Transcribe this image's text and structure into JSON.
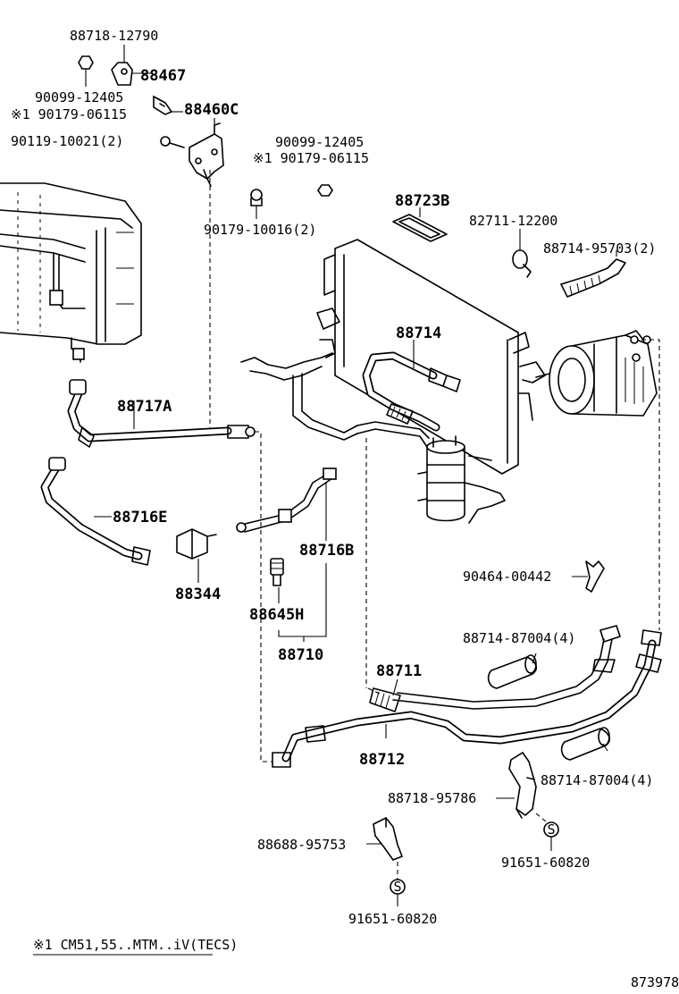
{
  "diagram": {
    "footnote": "※1 CM51,55..MTM..iV(TECS)",
    "figure_number": "873978",
    "callouts": [
      {
        "id": "c1",
        "text": "88718-12790"
      },
      {
        "id": "c2",
        "text": "88467"
      },
      {
        "id": "c3",
        "text": "90099-12405"
      },
      {
        "id": "c4",
        "text": "※1 90179-06115"
      },
      {
        "id": "c5",
        "text": "88460C"
      },
      {
        "id": "c6",
        "text": "90119-10021(2)"
      },
      {
        "id": "c7",
        "text": "90099-12405"
      },
      {
        "id": "c8",
        "text": "※1 90179-06115"
      },
      {
        "id": "c9",
        "text": "88723B"
      },
      {
        "id": "c10",
        "text": "82711-12200"
      },
      {
        "id": "c11",
        "text": "88714-95703(2)"
      },
      {
        "id": "c12",
        "text": "90179-10016(2)"
      },
      {
        "id": "c13",
        "text": "88714"
      },
      {
        "id": "c14",
        "text": "88717A"
      },
      {
        "id": "c15",
        "text": "88716E"
      },
      {
        "id": "c16",
        "text": "88344"
      },
      {
        "id": "c17",
        "text": "88716B"
      },
      {
        "id": "c18",
        "text": "88645H"
      },
      {
        "id": "c19",
        "text": "88710"
      },
      {
        "id": "c20",
        "text": "90464-00442"
      },
      {
        "id": "c21",
        "text": "88714-87004(4)"
      },
      {
        "id": "c22",
        "text": "88711"
      },
      {
        "id": "c23",
        "text": "88712"
      },
      {
        "id": "c24",
        "text": "88714-87004(4)"
      },
      {
        "id": "c25",
        "text": "88718-95786"
      },
      {
        "id": "c26",
        "text": "88688-95753"
      },
      {
        "id": "c27",
        "text": "91651-60820"
      },
      {
        "id": "c28",
        "text": "91651-60820"
      }
    ],
    "symbols": {
      "s_marker": "S"
    }
  }
}
